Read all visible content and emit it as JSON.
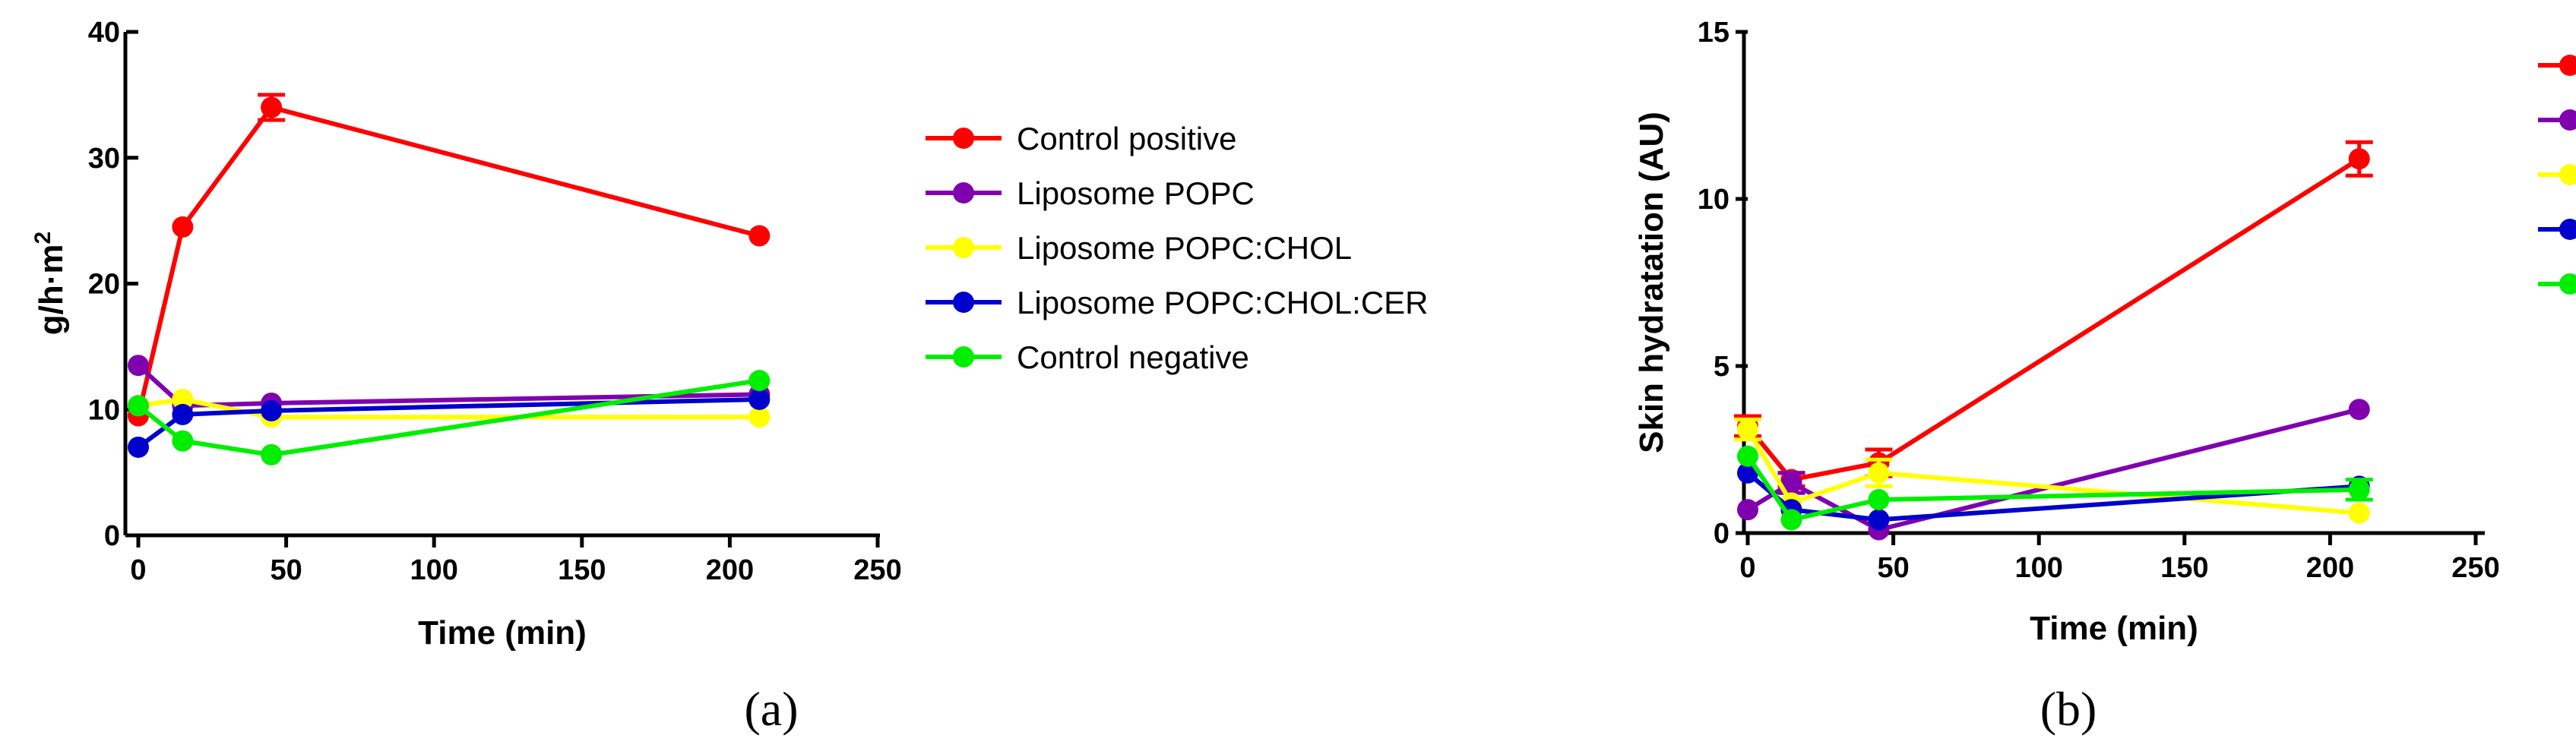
{
  "chart_data": [
    {
      "type": "line",
      "panel_label": "(a)",
      "xlabel": "Time (min)",
      "ylabel_base": "g/h·m",
      "ylabel_sup": "2",
      "xlim": [
        0,
        250
      ],
      "ylim": [
        0,
        40
      ],
      "x_ticks": [
        0,
        50,
        100,
        150,
        200,
        250
      ],
      "y_ticks": [
        0,
        10,
        20,
        30,
        40
      ],
      "legend_position": "right",
      "series": [
        {
          "name": "Control positive",
          "color": "#ff0000",
          "x": [
            0,
            15,
            45,
            210
          ],
          "y": [
            9.5,
            24.5,
            34.0,
            23.8
          ],
          "err": [
            0,
            0,
            1.0,
            0
          ]
        },
        {
          "name": "Liposome POPC",
          "color": "#8000b0",
          "x": [
            0,
            15,
            45,
            210
          ],
          "y": [
            13.5,
            10.3,
            10.5,
            11.2
          ],
          "err": [
            0,
            0,
            0,
            0
          ]
        },
        {
          "name": "Liposome POPC:CHOL",
          "color": "#ffff00",
          "x": [
            0,
            15,
            45,
            210
          ],
          "y": [
            10.3,
            10.8,
            9.4,
            9.4
          ],
          "err": [
            0,
            0,
            0,
            0
          ]
        },
        {
          "name": "Liposome POPC:CHOL:CER",
          "color": "#0000cc",
          "x": [
            0,
            15,
            45,
            210
          ],
          "y": [
            7.0,
            9.6,
            9.9,
            10.8
          ],
          "err": [
            0,
            0,
            0,
            0
          ]
        },
        {
          "name": "Control negative",
          "color": "#00ee00",
          "x": [
            0,
            15,
            45,
            210
          ],
          "y": [
            10.3,
            7.5,
            6.4,
            12.3
          ],
          "err": [
            0,
            0,
            0,
            0
          ]
        }
      ]
    },
    {
      "type": "line",
      "panel_label": "(b)",
      "xlabel": "Time (min)",
      "ylabel": "Skin hydratation (AU)",
      "xlim": [
        0,
        250
      ],
      "ylim": [
        0,
        15
      ],
      "x_ticks": [
        0,
        50,
        100,
        150,
        200,
        250
      ],
      "y_ticks": [
        0,
        5,
        10,
        15
      ],
      "legend_position": "right (cropped)",
      "series": [
        {
          "color": "#ff0000",
          "x": [
            0,
            15,
            45,
            210
          ],
          "y": [
            3.2,
            1.6,
            2.1,
            11.2
          ],
          "err": [
            0.3,
            0.2,
            0.4,
            0.5
          ]
        },
        {
          "color": "#8000b0",
          "x": [
            0,
            15,
            45,
            210
          ],
          "y": [
            0.7,
            1.5,
            0.1,
            3.7
          ],
          "err": [
            0,
            0.3,
            0,
            0
          ]
        },
        {
          "color": "#ffff00",
          "x": [
            0,
            15,
            45,
            210
          ],
          "y": [
            3.1,
            0.9,
            1.8,
            0.6
          ],
          "err": [
            0.3,
            0,
            0.4,
            0
          ]
        },
        {
          "color": "#0000cc",
          "x": [
            0,
            15,
            45,
            210
          ],
          "y": [
            1.8,
            0.7,
            0.4,
            1.4
          ],
          "err": [
            0,
            0,
            0,
            0
          ]
        },
        {
          "color": "#00ee00",
          "x": [
            0,
            15,
            45,
            210
          ],
          "y": [
            2.3,
            0.4,
            1.0,
            1.3
          ],
          "err": [
            0,
            0,
            0,
            0.3
          ]
        }
      ]
    }
  ]
}
